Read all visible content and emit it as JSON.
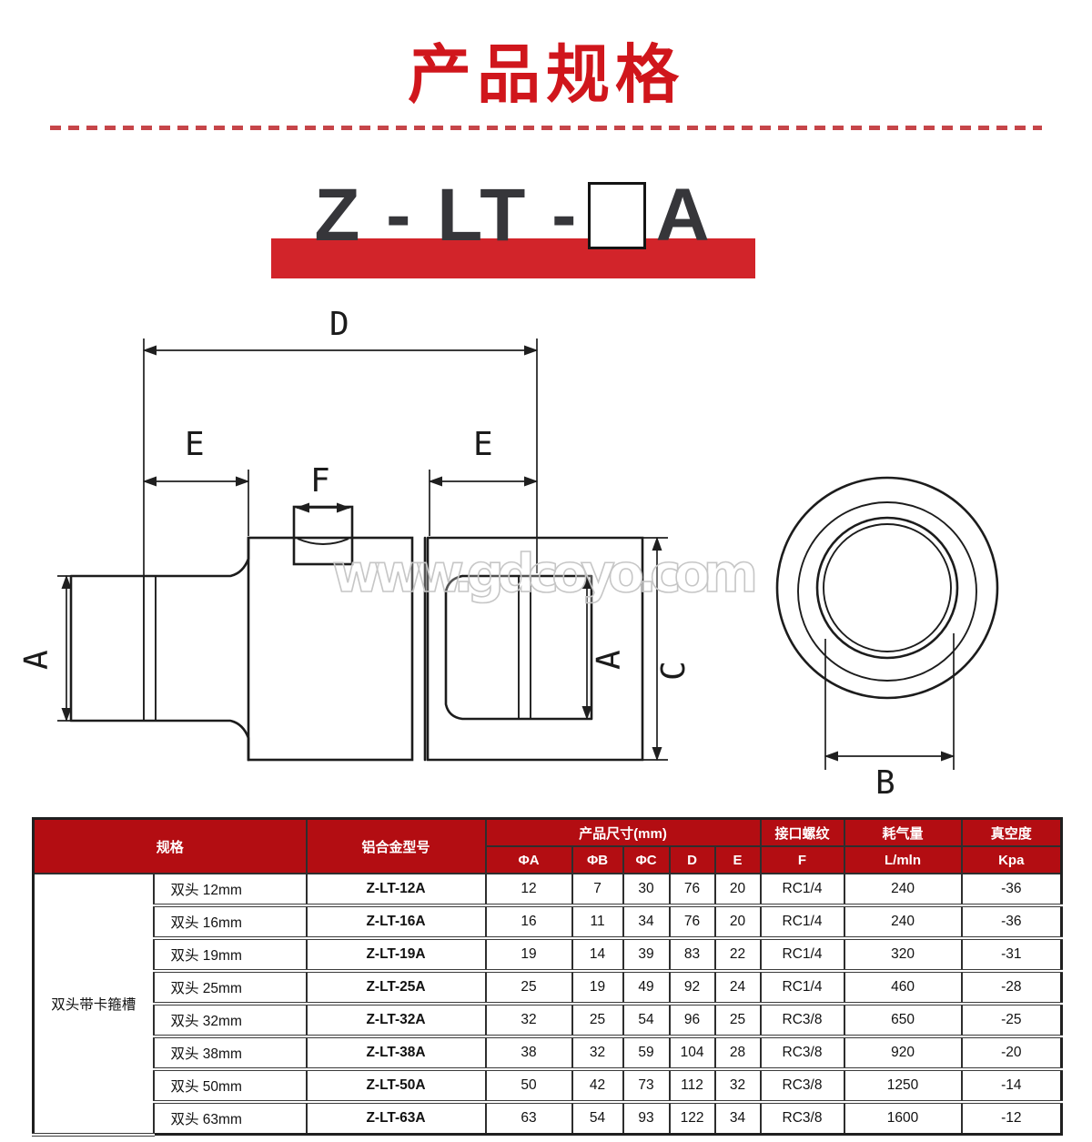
{
  "title": "产品规格",
  "model": {
    "prefix": "Z - LT -",
    "suffix": "A"
  },
  "watermark": "www.gdcoyo.com",
  "diagram": {
    "dims": {
      "d": "D",
      "e_left": "E",
      "e_right": "E",
      "f": "F",
      "a_left": "A",
      "a_right": "A",
      "c": "C",
      "b": "B"
    }
  },
  "table": {
    "header": {
      "spec": "规格",
      "alloy_model": "铝合金型号",
      "product_size": "产品尺寸(mm)",
      "size_cols": [
        "ΦA",
        "ΦB",
        "ΦC",
        "D",
        "E"
      ],
      "thread_group": "接口螺纹",
      "thread_sub": "F",
      "air_group": "耗气量",
      "air_sub": "L/mln",
      "vacuum_group": "真空度",
      "vacuum_sub": "Kpa"
    },
    "group_label": "双头带卡箍槽",
    "rows": [
      {
        "spec": "双头 12mm",
        "model": "Z-LT-12A",
        "phi_a": "12",
        "phi_b": "7",
        "phi_c": "30",
        "d": "76",
        "e": "20",
        "f": "RC1/4",
        "air": "240",
        "vacuum": "-36"
      },
      {
        "spec": "双头 16mm",
        "model": "Z-LT-16A",
        "phi_a": "16",
        "phi_b": "11",
        "phi_c": "34",
        "d": "76",
        "e": "20",
        "f": "RC1/4",
        "air": "240",
        "vacuum": "-36"
      },
      {
        "spec": "双头 19mm",
        "model": "Z-LT-19A",
        "phi_a": "19",
        "phi_b": "14",
        "phi_c": "39",
        "d": "83",
        "e": "22",
        "f": "RC1/4",
        "air": "320",
        "vacuum": "-31"
      },
      {
        "spec": "双头 25mm",
        "model": "Z-LT-25A",
        "phi_a": "25",
        "phi_b": "19",
        "phi_c": "49",
        "d": "92",
        "e": "24",
        "f": "RC1/4",
        "air": "460",
        "vacuum": "-28"
      },
      {
        "spec": "双头 32mm",
        "model": "Z-LT-32A",
        "phi_a": "32",
        "phi_b": "25",
        "phi_c": "54",
        "d": "96",
        "e": "25",
        "f": "RC3/8",
        "air": "650",
        "vacuum": "-25"
      },
      {
        "spec": "双头 38mm",
        "model": "Z-LT-38A",
        "phi_a": "38",
        "phi_b": "32",
        "phi_c": "59",
        "d": "104",
        "e": "28",
        "f": "RC3/8",
        "air": "920",
        "vacuum": "-20"
      },
      {
        "spec": "双头 50mm",
        "model": "Z-LT-50A",
        "phi_a": "50",
        "phi_b": "42",
        "phi_c": "73",
        "d": "112",
        "e": "32",
        "f": "RC3/8",
        "air": "1250",
        "vacuum": "-14"
      },
      {
        "spec": "双头 63mm",
        "model": "Z-LT-63A",
        "phi_a": "63",
        "phi_b": "54",
        "phi_c": "93",
        "d": "122",
        "e": "34",
        "f": "RC3/8",
        "air": "1600",
        "vacuum": "-12"
      }
    ]
  },
  "colors": {
    "title_red": "#d0161c",
    "bar_red": "#d2242a",
    "header_red": "#b30d12",
    "dash_red": "#c64549"
  }
}
